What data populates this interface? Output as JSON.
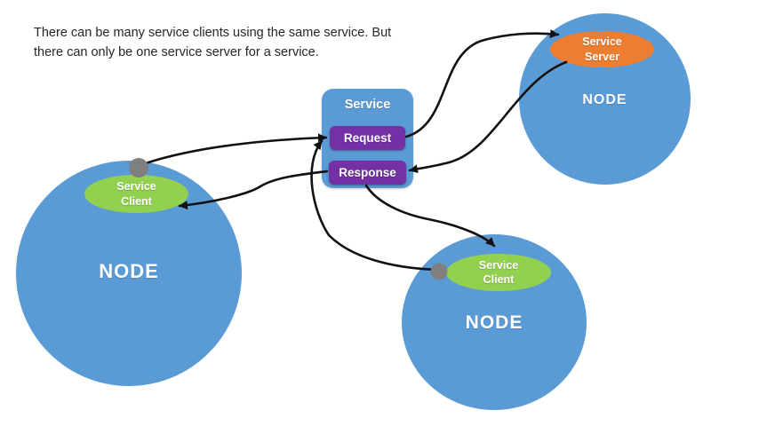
{
  "caption": {
    "line1": "There can be many service clients using the same service. But",
    "line2": "there can only be one service server for a service."
  },
  "service": {
    "title": "Service",
    "request": "Request",
    "response": "Response"
  },
  "nodes": {
    "left": {
      "title": "NODE",
      "member": "Service Client"
    },
    "top_right": {
      "title": "NODE",
      "member": "Service Server"
    },
    "bottom": {
      "title": "NODE",
      "member": "Service Client"
    }
  },
  "colors": {
    "node-blue": "#5B9BD5",
    "client-green": "#92D050",
    "server-orange": "#ED7D31",
    "message-purple": "#7430A5",
    "connector-gray": "#7F7F7F",
    "arrow-black": "#111111",
    "text-dark": "#262626"
  }
}
